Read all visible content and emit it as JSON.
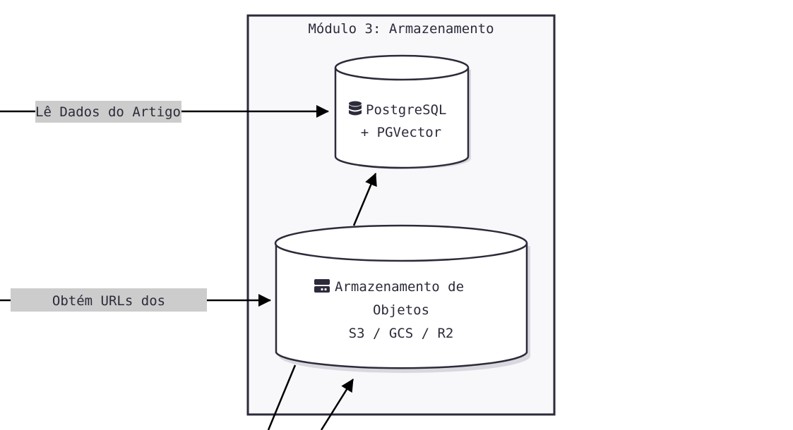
{
  "module": {
    "title": "Módulo 3: Armazenamento"
  },
  "nodes": {
    "postgres": {
      "icon": "database-icon",
      "line1": "PostgreSQL",
      "line2": "+ PGVector"
    },
    "object_storage": {
      "icon": "server-storage-icon",
      "line1": "Armazenamento de",
      "line2": "Objetos",
      "line3": "S3 / GCS / R2"
    }
  },
  "edges": {
    "reads_article": {
      "label": "Lê Dados do Artigo"
    },
    "gets_urls": {
      "label": "Obtém URLs dos"
    }
  },
  "colors": {
    "module_fill": "#f8f8fb",
    "stroke": "#2b2b3a",
    "edge_label_bg": "#cccccc",
    "arrow": "#000000"
  }
}
